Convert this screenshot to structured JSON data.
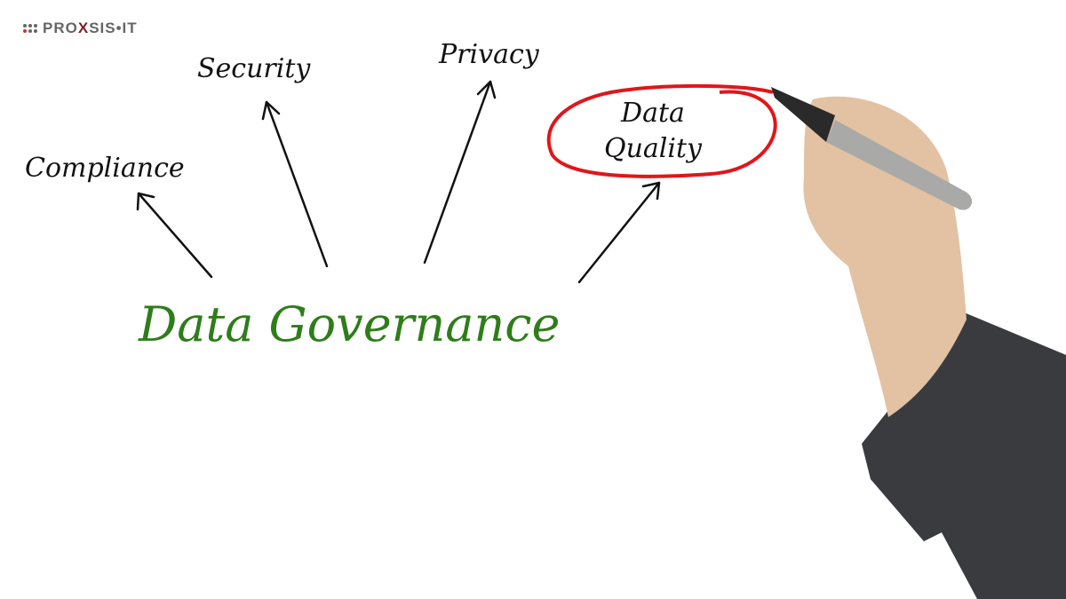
{
  "logo": {
    "text_pre": "PRO",
    "text_x": "X",
    "text_post": "SIS•IT"
  },
  "diagram": {
    "central": "Data Governance",
    "branches": [
      {
        "label": "Compliance"
      },
      {
        "label": "Security"
      },
      {
        "label": "Privacy"
      },
      {
        "label_line1": "Data",
        "label_line2": "Quality",
        "highlighted": true
      }
    ]
  },
  "colors": {
    "central": "#2e7d1a",
    "highlight": "#e0161b",
    "ink": "#111111",
    "sleeve": "#3a3b3f",
    "skin": "#e2c2a3",
    "marker": "#a9a9a7"
  }
}
